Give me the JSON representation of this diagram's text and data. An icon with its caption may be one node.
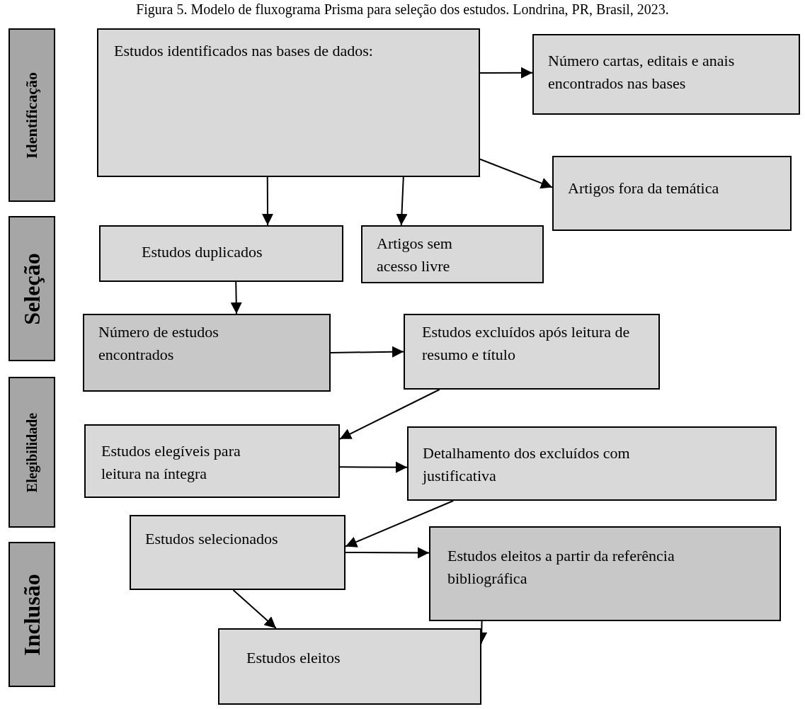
{
  "diagram": {
    "title": "Figura 5. Modelo de fluxograma Prisma para seleção dos estudos. Londrina, PR, Brasil, 2023.",
    "nodes": [
      {
        "text": [
          "Identificação"
        ]
      },
      {
        "text": [
          "Seleção"
        ]
      },
      {
        "text": [
          "Elegibilidade"
        ]
      },
      {
        "text": [
          "Inclusão"
        ]
      },
      {
        "text": [
          "Estudos identificados nas bases de dados:"
        ]
      },
      {
        "text": [
          "Número cartas, editais e anais encontrados nas bases"
        ]
      },
      {
        "text": [
          "Artigos fora da temática"
        ]
      },
      {
        "text": [
          "Estudos duplicados"
        ]
      },
      {
        "text": [
          "Artigos sem acesso livre"
        ]
      },
      {
        "text": [
          "Número de estudos encontrados"
        ]
      },
      {
        "text": [
          "Estudos excluídos após leitura de resumo e título"
        ]
      },
      {
        "text": [
          "Estudos elegíveis para leitura na íntegra"
        ]
      },
      {
        "text": [
          "Detalhamento dos excluídos com justificativa"
        ]
      },
      {
        "text": [
          "Estudos selecionados"
        ]
      },
      {
        "text": [
          "Estudos eleitos a partir da referência bibliográfica"
        ]
      },
      {
        "text": [
          "Estudos eleitos"
        ]
      }
    ],
    "edges": [
      {
        "from": 4,
        "to": 5,
        "arrow": "to"
      },
      {
        "from": 4,
        "to": 6,
        "arrow": "to"
      },
      {
        "from": 4,
        "to": 7,
        "arrow": "to"
      },
      {
        "from": 4,
        "to": 8,
        "arrow": "to"
      },
      {
        "from": 7,
        "to": 9,
        "arrow": "to"
      },
      {
        "from": 9,
        "to": 10,
        "arrow": "to"
      },
      {
        "from": 10,
        "to": 11,
        "arrow": "to"
      },
      {
        "from": 11,
        "to": 12,
        "arrow": "to"
      },
      {
        "from": 12,
        "to": 13,
        "arrow": "to"
      },
      {
        "from": 13,
        "to": 14,
        "arrow": "to"
      },
      {
        "from": 13,
        "to": 15,
        "arrow": "to"
      },
      {
        "from": 14,
        "to": 15,
        "arrow": "to"
      }
    ]
  }
}
